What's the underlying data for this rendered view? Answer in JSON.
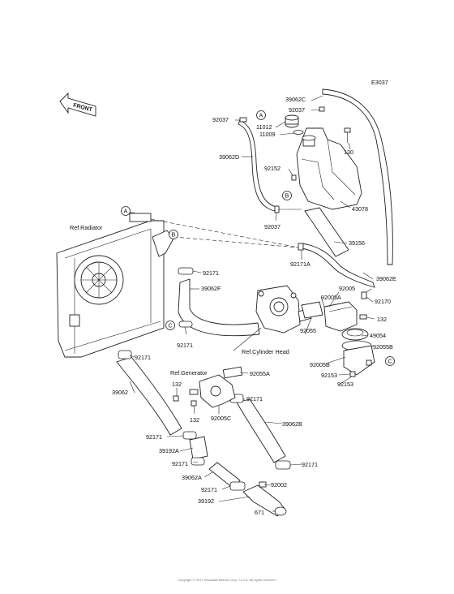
{
  "diagram_code": "E3037",
  "front_label": "FRONT",
  "reference_labels": {
    "radiator": "Ref.Radiator",
    "generator": "Ref.Generator",
    "cylinder_head": "Ref.Cylinder Head"
  },
  "circle_markers": {
    "a": "A",
    "b": "B",
    "c": "C"
  },
  "parts": {
    "p39062C": "39062C",
    "p92037_top": "92037",
    "p92037_left": "92037",
    "p11012": "11012",
    "p11009": "11009",
    "p130": "130",
    "p39062D": "39062D",
    "p92152": "92152",
    "p92037_low": "92037",
    "p43078": "43078",
    "p39156": "39156",
    "p92171A": "92171A",
    "p39062E": "39062E",
    "p92005": "92005",
    "p92005A": "92005A",
    "p92170": "92170",
    "p132_right": "132",
    "p49054": "49054",
    "p92055B": "92055B",
    "p92005B": "92005B",
    "p92153_a": "92153",
    "p92153_b": "92153",
    "p92171_a": "92171",
    "p39062F": "39062F",
    "p92171_b": "92171",
    "p92171_c": "92171",
    "p92055": "92055",
    "p92055A": "92055A",
    "p132_a": "132",
    "p132_b": "132",
    "p92171_d": "92171",
    "p92005C": "92005C",
    "p39062": "39062",
    "p39062B": "39062B",
    "p92171_e": "92171",
    "p39192A": "39192A",
    "p92171_f": "92171",
    "p92171_g": "92171",
    "p39062A": "39062A",
    "p92002": "92002",
    "p92171_h": "92171",
    "p39192": "39192",
    "p671": "671"
  },
  "footer_text": "Copyright © 2017 Kawasaki Motors Corp., U.S.A. All rights reserved."
}
